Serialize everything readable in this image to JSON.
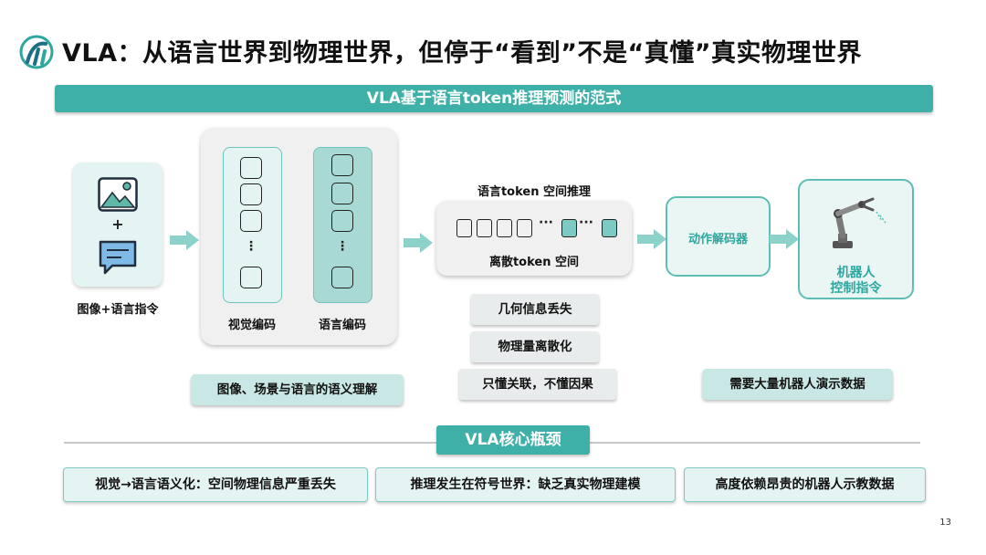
{
  "title": "VLA：从语言世界到物理世界，但停于“看到”不是“真懂”真实物理世界",
  "banner": "VLA基于语言token推理预测的范式",
  "input": {
    "plus": "+",
    "label": "图像+语言指令"
  },
  "encoder": {
    "visual_label": "视觉编码",
    "language_label": "语言编码",
    "vdots": "⋮",
    "summary": "图像、场景与语言的语义理解"
  },
  "token_space": {
    "top_label": "语言token 空间推理",
    "bottom_label": "离散token 空间",
    "dots1": "···",
    "dots2": "···"
  },
  "issues": [
    "几何信息丢失",
    "物理量离散化",
    "只懂关联，不懂因果"
  ],
  "decoder": {
    "label": "动作解码器"
  },
  "robot": {
    "label_line1": "机器人",
    "label_line2": "控制指令",
    "summary": "需要大量机器人演示数据"
  },
  "bottleneck": {
    "title": "VLA核心瓶颈",
    "items": [
      "视觉→语言语义化：空间物理信息严重丢失",
      "推理发生在符号世界：缺乏真实物理建模",
      "高度依赖昂贵的机器人示教数据"
    ]
  },
  "page_number": "13",
  "colors": {
    "accent": "#3fb0a8",
    "light_bg": "#e4f4f2",
    "mid_bg": "#a8d9d4",
    "text": "#111111"
  }
}
